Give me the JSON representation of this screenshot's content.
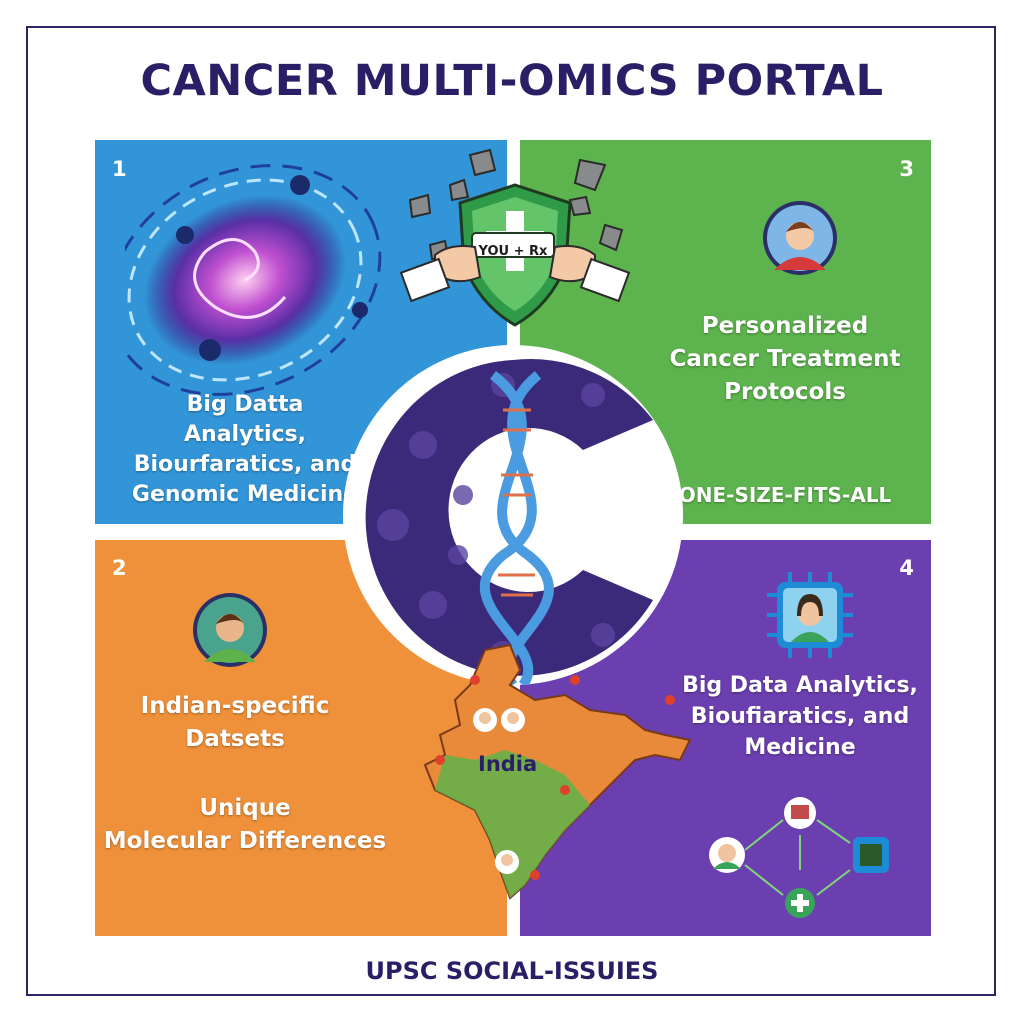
{
  "title": "CANCER MULTI-OMICS PORTAL",
  "footer": "UPSC SOCIAL-ISSUIES",
  "colors": {
    "title": "#2a1f66",
    "q1": "#3295d8",
    "q2": "#ef913a",
    "q3": "#5db34d",
    "q4": "#6c3fb0"
  },
  "center": {
    "shield_label": "YOU + Rx",
    "map_label": "India",
    "icons": [
      "shield-icon",
      "dna-icon",
      "india-map-icon",
      "gear-icon"
    ]
  },
  "quadrants": {
    "q1": {
      "number": "1",
      "lines": [
        "Big Datta",
        "Analytics,",
        "Biourfaratics, and",
        "Genomic Medicine"
      ],
      "icon": "galaxy-data-icon"
    },
    "q2": {
      "number": "2",
      "lines": [
        "Indian-specific",
        "Datsets"
      ],
      "lines2": [
        "Unique",
        "Molecular Differences"
      ],
      "icon": "person-avatar-icon"
    },
    "q3": {
      "number": "3",
      "lines": [
        "Personalized",
        "Cancer Treatment",
        "Protocols"
      ],
      "sub": "ONE-SIZE-FITS-ALL",
      "icon": "person-avatar-icon"
    },
    "q4": {
      "number": "4",
      "lines": [
        "Big Data Analytics,",
        "Bioufiaratics, and",
        "Medicine"
      ],
      "icon": "chip-avatar-icon"
    }
  }
}
